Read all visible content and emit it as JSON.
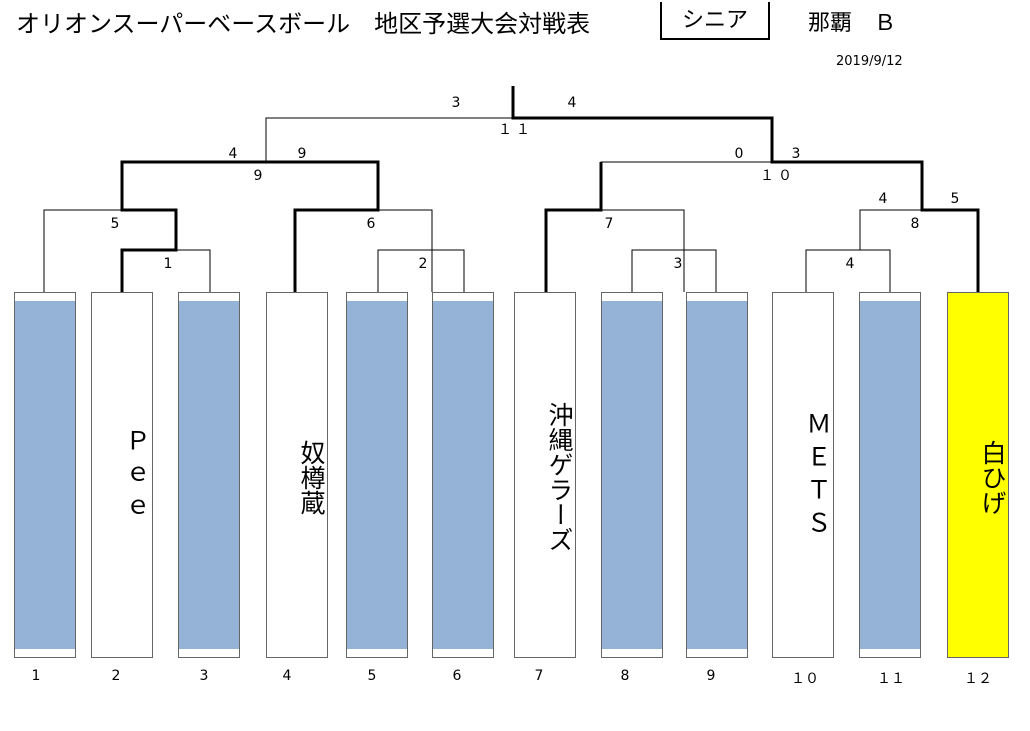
{
  "header": {
    "title": "オリオンスーパーベースボール　地区予選大会対戦表",
    "division": "シニア",
    "venue": "那覇　Ｂ",
    "date": "2019/9/12"
  },
  "teams": [
    {
      "slot": "1",
      "name": "",
      "status": "blank"
    },
    {
      "slot": "2",
      "name": "Ｐｅｅ",
      "status": "team"
    },
    {
      "slot": "3",
      "name": "",
      "status": "blank"
    },
    {
      "slot": "4",
      "name": "奴樽蔵",
      "status": "team"
    },
    {
      "slot": "5",
      "name": "",
      "status": "blank"
    },
    {
      "slot": "6",
      "name": "",
      "status": "blank"
    },
    {
      "slot": "7",
      "name": "沖縄ゲラーズ",
      "status": "team"
    },
    {
      "slot": "8",
      "name": "",
      "status": "blank"
    },
    {
      "slot": "9",
      "name": "",
      "status": "blank"
    },
    {
      "slot": "１０",
      "name": "ＭＥＴＳ",
      "status": "team"
    },
    {
      "slot": "１１",
      "name": "",
      "status": "blank"
    },
    {
      "slot": "１２",
      "name": "白ひげ",
      "status": "winner"
    }
  ],
  "matches": [
    {
      "no": "1",
      "left_score": "",
      "right_score": ""
    },
    {
      "no": "2",
      "left_score": "",
      "right_score": ""
    },
    {
      "no": "3",
      "left_score": "",
      "right_score": ""
    },
    {
      "no": "4",
      "left_score": "",
      "right_score": ""
    },
    {
      "no": "5",
      "left_score": "",
      "right_score": ""
    },
    {
      "no": "6",
      "left_score": "",
      "right_score": ""
    },
    {
      "no": "7",
      "left_score": "",
      "right_score": ""
    },
    {
      "no": "8",
      "left_score": "4",
      "right_score": "5"
    },
    {
      "no": "9",
      "left_score": "4",
      "right_score": "9"
    },
    {
      "no": "１０",
      "left_score": "0",
      "right_score": "3"
    },
    {
      "no": "１１",
      "left_score": "3",
      "right_score": "4"
    }
  ],
  "colors": {
    "blank_fill": "#95b3d7",
    "winner_fill": "#ffff00"
  }
}
